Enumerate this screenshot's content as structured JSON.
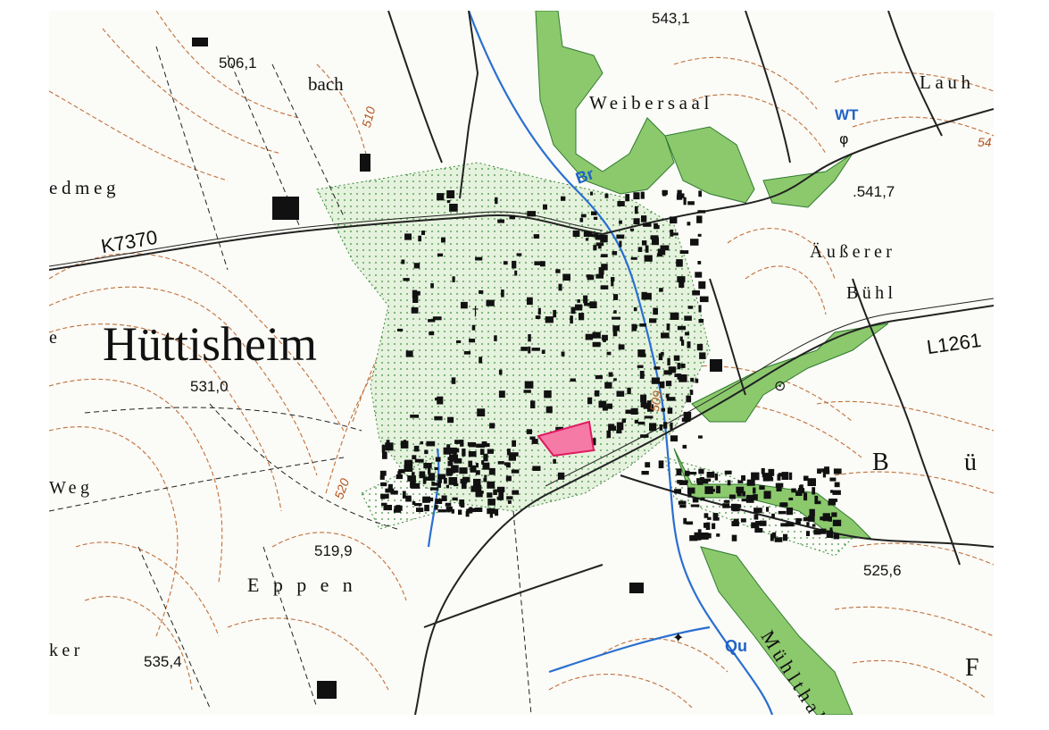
{
  "map": {
    "place_names": {
      "town": "Hüttisheim",
      "weibersaal": "Weibersaal",
      "ausserer": "Äußerer",
      "buehl": "Bühl",
      "eppen": "Eppen",
      "lauh": "Lauh",
      "bach": "bach",
      "edmweg": "edmeg",
      "weg": "Weg",
      "ker": "ker",
      "b": "B",
      "ue": "ü",
      "f": "F",
      "muehlthal": "Mühlthal",
      "e": "e"
    },
    "road_labels": {
      "k7370": "K7370",
      "l1261": "L1261"
    },
    "elevations": {
      "e543": "543,1",
      "e506": "506,1",
      "e541": ".541,7",
      "e531": "531,0",
      "e519": "519,9",
      "e525": "525,6",
      "e535": "535,4"
    },
    "contour_labels": {
      "c510": "510",
      "c520": "520",
      "c509": "509",
      "c54": "54"
    },
    "water_labels": {
      "wt": "WT",
      "br": "Br",
      "qu": "Qu"
    },
    "colors": {
      "forest": "#8cc96d",
      "settlement": "#e5f2dd",
      "contour": "#c0703a",
      "stream": "#2a6fd1",
      "road": "#222222",
      "highlight_parcel": "#f57aa6",
      "highlight_border": "#e0185f"
    }
  }
}
